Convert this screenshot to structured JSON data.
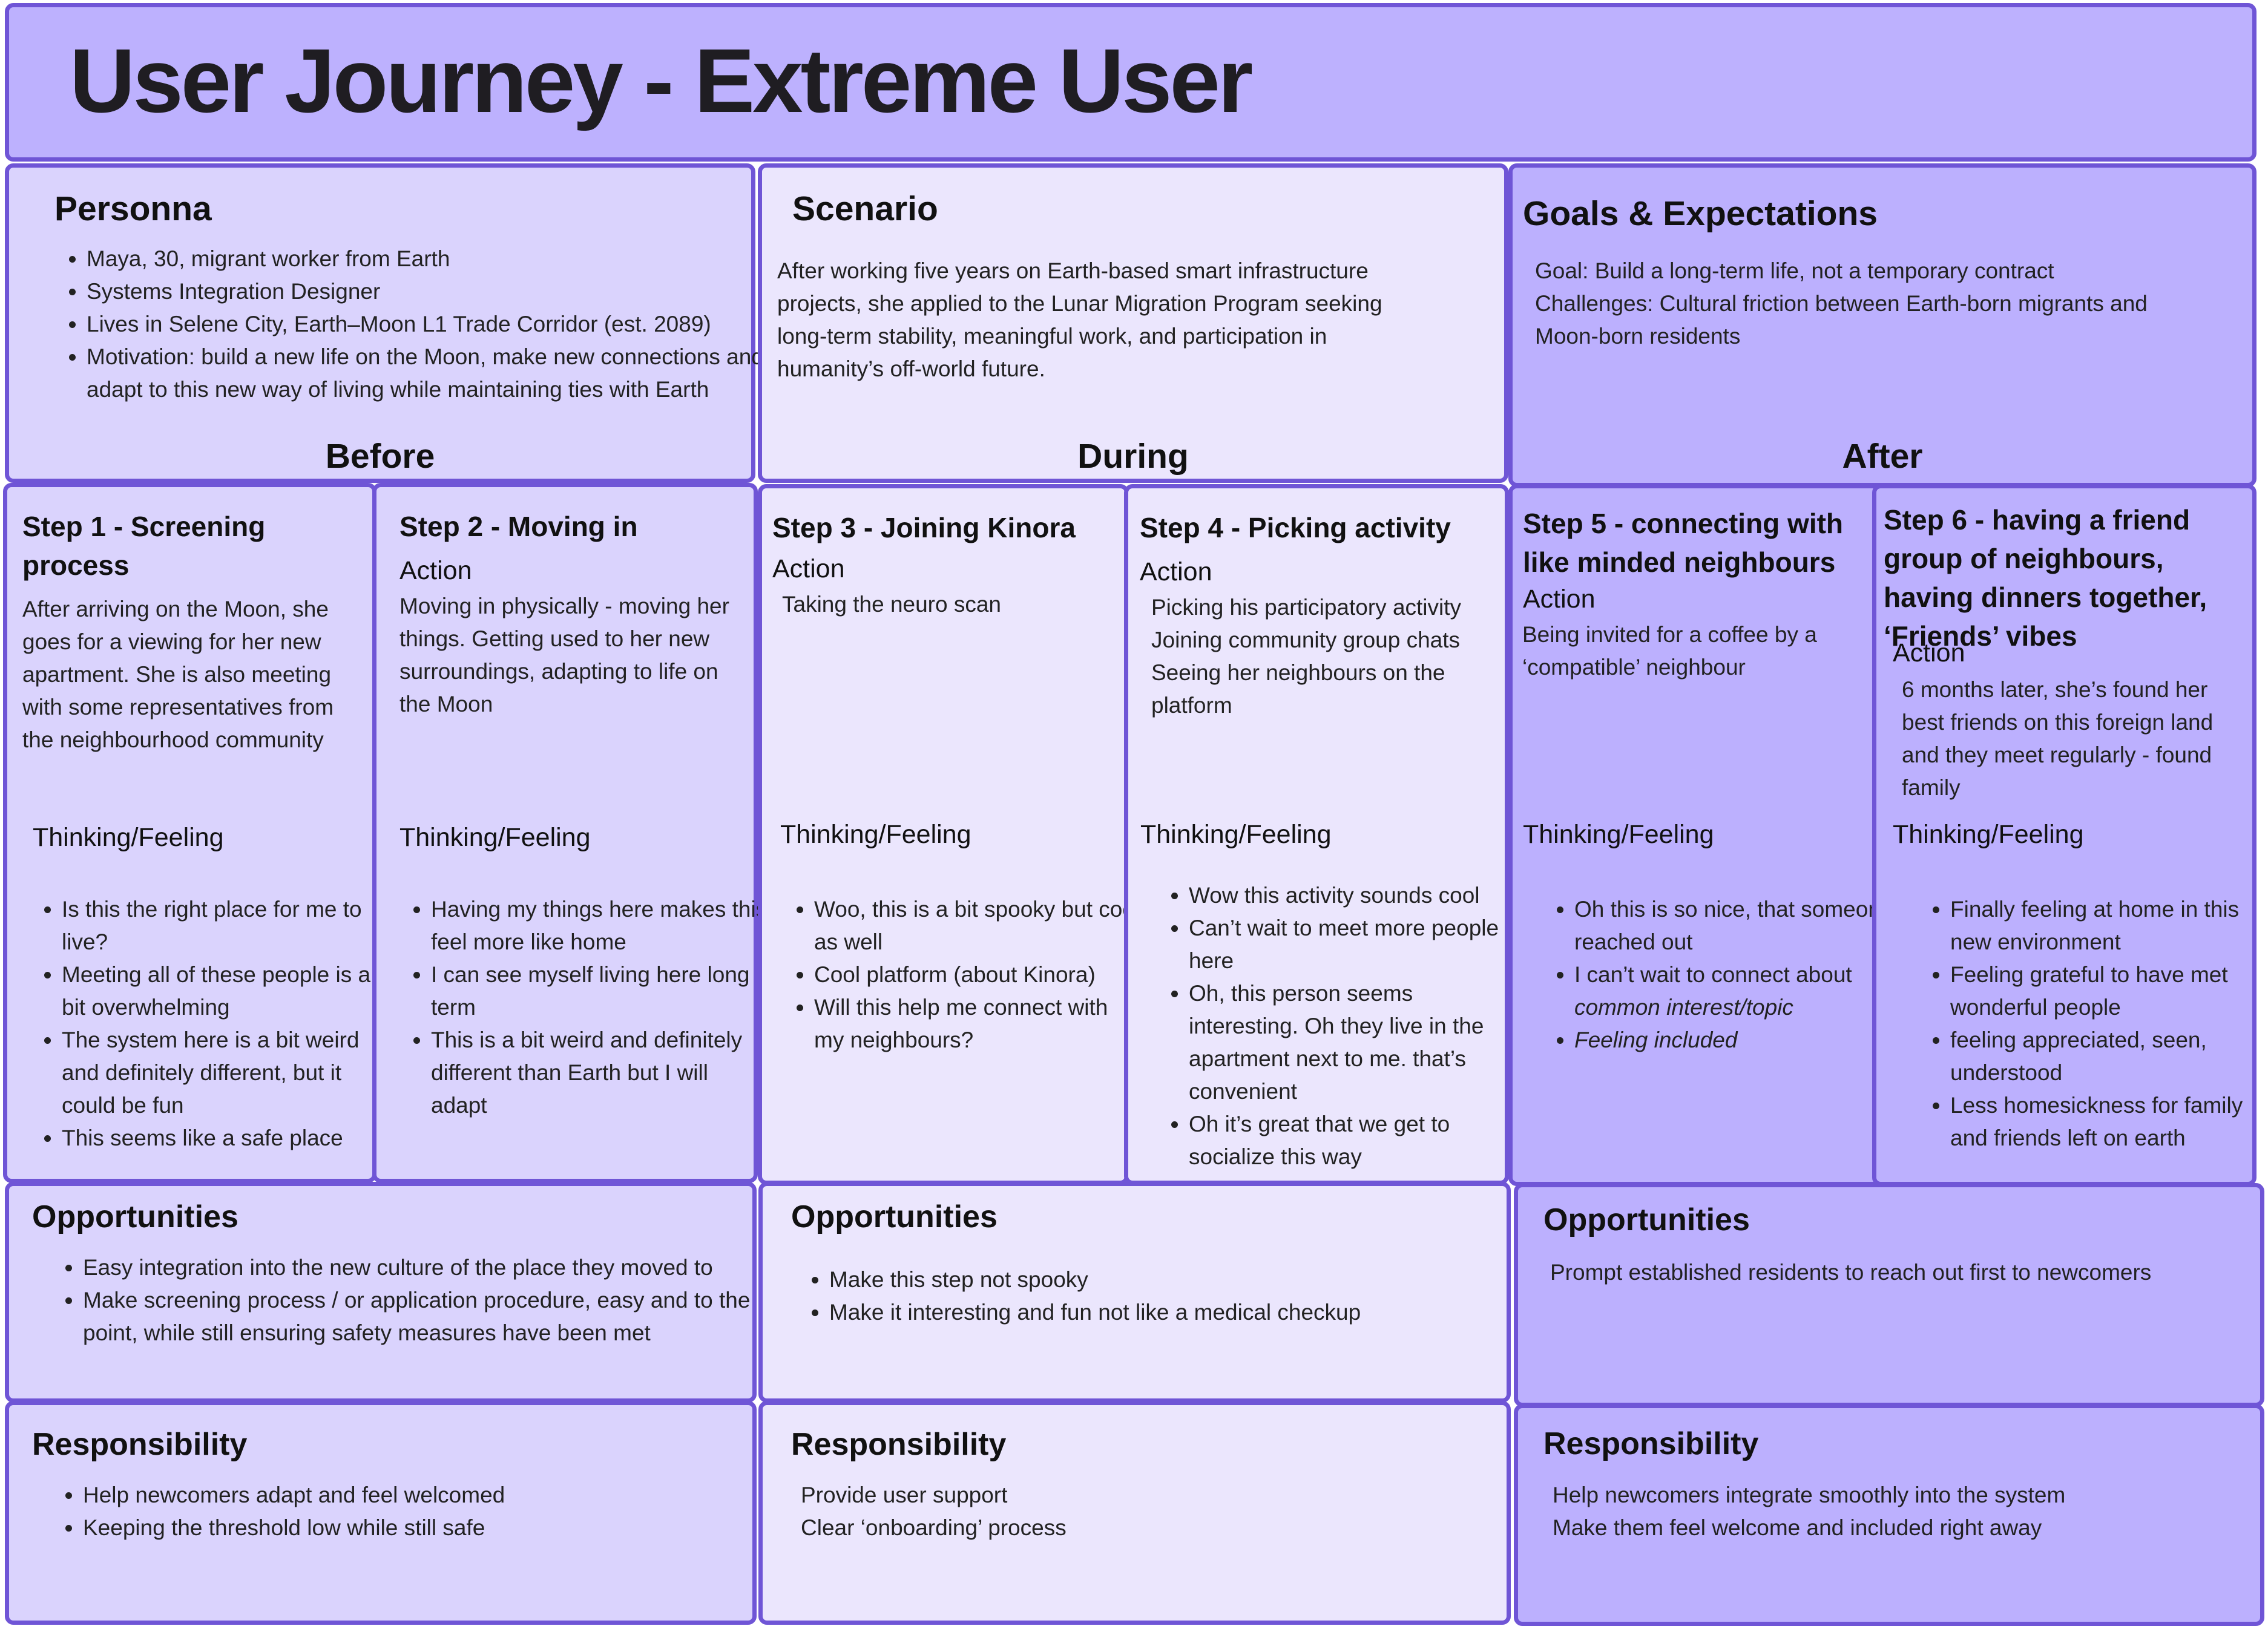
{
  "title": "User Journey - Extreme User",
  "persona": {
    "heading": "Personna",
    "items": [
      "Maya, 30, migrant worker from Earth",
      "Systems Integration Designer",
      "Lives in Selene City, Earth–Moon L1 Trade Corridor (est. 2089)",
      "Motivation: build a new life on the Moon, make new connections and adapt to this new way of living while maintaining ties with Earth"
    ]
  },
  "scenario": {
    "heading": "Scenario",
    "text": "After working five years on Earth-based smart infrastructure projects, she applied to the Lunar Migration Program seeking long-term stability, meaningful work, and participation in humanity’s off-world future."
  },
  "goals": {
    "heading": "Goals & Expectations",
    "lines": [
      "Goal: Build a long-term life, not a temporary contract",
      "Challenges: Cultural friction between Earth-born migrants and Moon-born residents"
    ]
  },
  "phases": {
    "before": "Before",
    "during": "During",
    "after": "After"
  },
  "labels": {
    "action": "Action",
    "thinking": "Thinking/Feeling"
  },
  "steps": [
    {
      "title": "Step 1 - Screening process",
      "action": "After arriving on the Moon, she goes for a viewing for her new apartment. She is also meeting with some representatives from the neighbourhood community",
      "thinking": [
        "Is this the right place for me to live?",
        "Meeting all of these people is a bit overwhelming",
        "The system here is a bit weird and definitely different, but it could be fun",
        "This seems like a safe place"
      ]
    },
    {
      "title": "Step 2 - Moving in",
      "action": "Moving in physically - moving her things. Getting used to her new surroundings, adapting to life on the Moon",
      "thinking": [
        "Having my things here makes this feel more like home",
        "I can see myself living here long term",
        "This is a bit weird and definitely different than Earth but I will adapt"
      ]
    },
    {
      "title": "Step 3 - Joining Kinora",
      "action": "Taking the neuro scan",
      "thinking": [
        "Woo, this is a bit spooky but cool as well",
        "Cool platform (about Kinora)",
        "Will this help me connect with my neighbours?"
      ]
    },
    {
      "title": "Step 4 - Picking activity",
      "action_lines": [
        "Picking his participatory activity",
        "Joining community group chats",
        "Seeing her neighbours on the platform"
      ],
      "thinking": [
        "Wow this activity sounds cool",
        "Can’t wait to meet more people here",
        "Oh, this person seems interesting. Oh they live in the apartment next to me. that’s convenient",
        "Oh it’s great that we get to socialize this way"
      ]
    },
    {
      "title": "Step 5 - connecting with like minded neighbours",
      "action": "Being invited for a coffee by a ‘compatible’ neighbour",
      "thinking_1": "Oh this is so nice, that someone reached out",
      "thinking_2a": "I can’t wait to connect about ",
      "thinking_2b": "common interest/topic",
      "thinking_3": "Feeling included"
    },
    {
      "title": "Step 6 - having a friend group of neighbours, having dinners together, ‘Friends’ vibes",
      "action": "6 months later, she’s found her best friends on this foreign land and they meet regularly - found family",
      "thinking": [
        "Finally feeling at home in this new environment",
        "Feeling grateful to have met wonderful people",
        "feeling appreciated, seen, understood",
        "Less homesickness for family and friends left on earth"
      ]
    }
  ],
  "opportunities": {
    "heading": "Opportunities",
    "before": [
      "Easy integration into the new culture of the place they moved to",
      "Make screening process / or application procedure, easy and to the point, while still ensuring safety measures have been met"
    ],
    "during": [
      "Make this step not spooky",
      "Make it interesting and fun not like a medical checkup"
    ],
    "after": "Prompt established residents to reach out first to newcomers"
  },
  "responsibility": {
    "heading": "Responsibility",
    "before": [
      "Help newcomers adapt and feel welcomed",
      "Keeping the threshold low while still safe"
    ],
    "during": [
      "Provide user support",
      "Clear ‘onboarding’ process"
    ],
    "after": [
      "Help newcomers integrate smoothly into the system",
      "Make them feel welcome and included right away"
    ]
  },
  "colors": {
    "border": "#6f55d6",
    "title_bg": "#bdb1fe",
    "before_bg": "#dad3fd",
    "during_bg": "#ebe6fd",
    "after_bg": "#bcb0fe"
  }
}
